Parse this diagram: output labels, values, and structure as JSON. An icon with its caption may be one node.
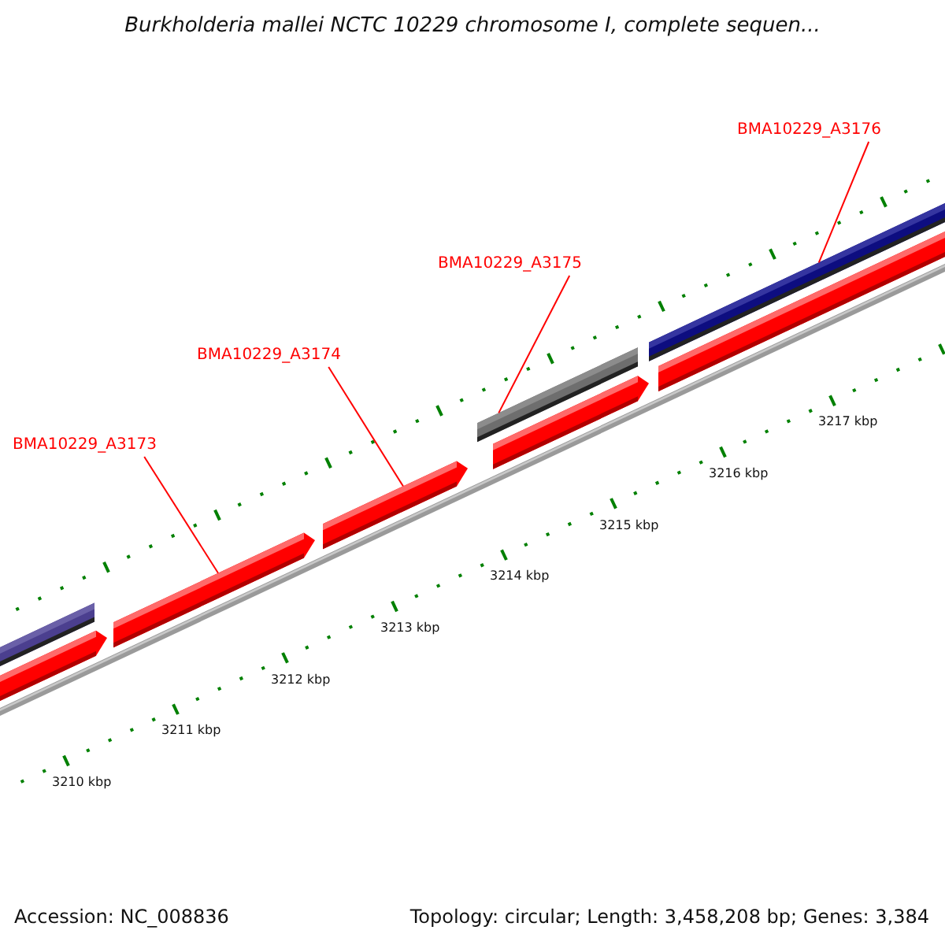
{
  "diagram": {
    "title": "Burkholderia mallei NCTC 10229 chromosome I, complete sequen...",
    "nodes": [
      {
        "text": [
          "BMA10229_A3173"
        ]
      },
      {
        "text": [
          "BMA10229_A3174"
        ]
      },
      {
        "text": [
          "BMA10229_A3175"
        ]
      },
      {
        "text": [
          "BMA10229_A3176"
        ]
      },
      {
        "text": [],
        "shape": "bar"
      },
      {
        "text": [],
        "shape": "bar"
      },
      {
        "text": [],
        "shape": "bar"
      },
      {
        "text": [],
        "shape": "bar"
      }
    ],
    "edges": [
      {
        "from": 0,
        "to": 4,
        "arrow": "none"
      },
      {
        "from": 1,
        "to": 5,
        "arrow": "none"
      },
      {
        "from": 2,
        "to": 6,
        "arrow": "none"
      },
      {
        "from": 3,
        "to": 7,
        "arrow": "none"
      }
    ],
    "labels": [
      "3210 kbp",
      "3211 kbp",
      "3212 kbp",
      "3213 kbp",
      "3214 kbp",
      "3215 kbp",
      "3216 kbp",
      "3217 kbp",
      "Accession: NC_008836",
      "Topology: circular; Length: 3,458,208 bp; Genes: 3,384"
    ]
  }
}
